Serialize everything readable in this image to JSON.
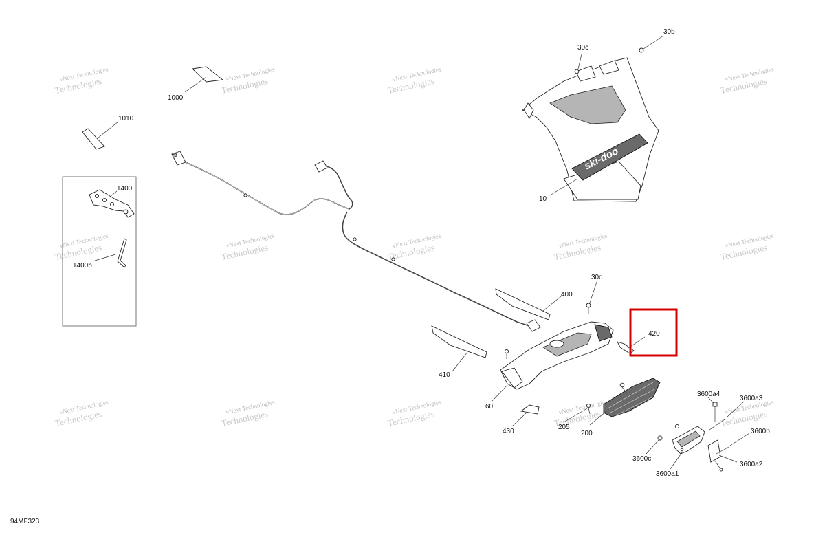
{
  "diagram_code": "94MF323",
  "watermark": {
    "line1": "vNext",
    "line2": "Technologies",
    "small": "vNext Technologies"
  },
  "highlight_color": "#d40000",
  "callouts": {
    "p1000": "1000",
    "p1010": "1010",
    "p1400": "1400",
    "p1400b": "1400b",
    "p10": "10",
    "p30b": "30b",
    "p30c": "30c",
    "p30d": "30d",
    "p400": "400",
    "p410": "410",
    "p420": "420",
    "p60": "60",
    "p430": "430",
    "p205": "205",
    "p200": "200",
    "p3600a4": "3600a4",
    "p3600a3": "3600a3",
    "p3600b": "3600b",
    "p3600c": "3600c",
    "p3600a1": "3600a1",
    "p3600a2": "3600a2"
  },
  "brand_logo": "ski-doo"
}
